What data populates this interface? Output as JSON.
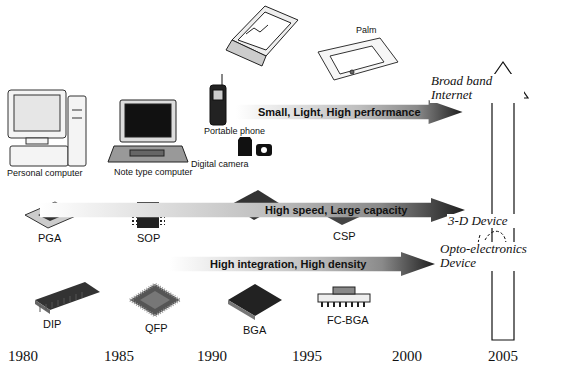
{
  "diagram": {
    "nodes": [
      {
        "text": [
          "Small, Light, High performance"
        ]
      },
      {
        "text": [
          "High speed, Large capacity"
        ]
      },
      {
        "text": [
          "High integration, High density"
        ]
      }
    ],
    "labels": [
      "Palm",
      "Personal computer",
      "Note type computer",
      "Portable phone",
      "Digital camera",
      "Broad band Internet",
      "PGA",
      "SOP",
      "CSP",
      "3-D Device",
      "Opto-electronics Device",
      "DIP",
      "QFP",
      "BGA",
      "FC-BGA",
      "1980",
      "1985",
      "1990",
      "1995",
      "2000",
      "2005"
    ]
  }
}
